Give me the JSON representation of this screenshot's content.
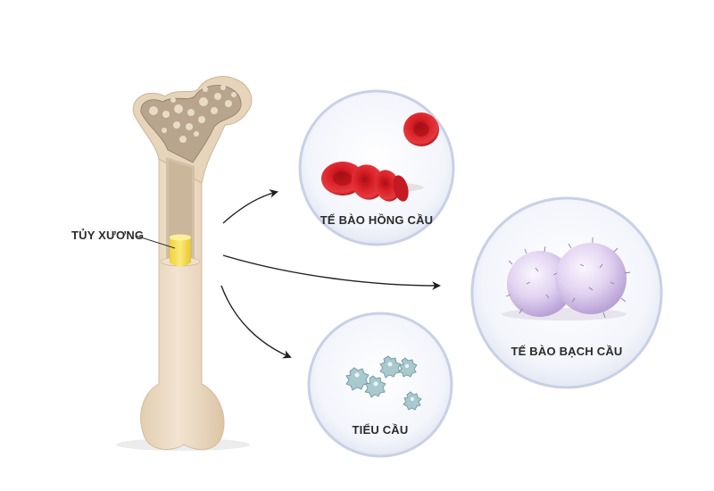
{
  "labels": {
    "bone_marrow": "TỦY XƯƠNG",
    "red_blood_cells": "TẾ BÀO HỒNG CẦU",
    "white_blood_cells": "TẾ BÀO BẠCH CẦU",
    "platelets": "TIỂU CẦU"
  },
  "colors": {
    "bone": "#ecdcc6",
    "bone_shadow": "#d9c3a6",
    "spongy_bone": "#b9a58e",
    "marrow_cavity": "#d8c7b1",
    "yellow_marrow": "#f4df58",
    "red_cell": "#d81f26",
    "white_cell": "#d9c7ec",
    "platelet": "#a9c9cf",
    "circle_border": "#c9d0e6",
    "arrow": "#1f1f1f"
  }
}
